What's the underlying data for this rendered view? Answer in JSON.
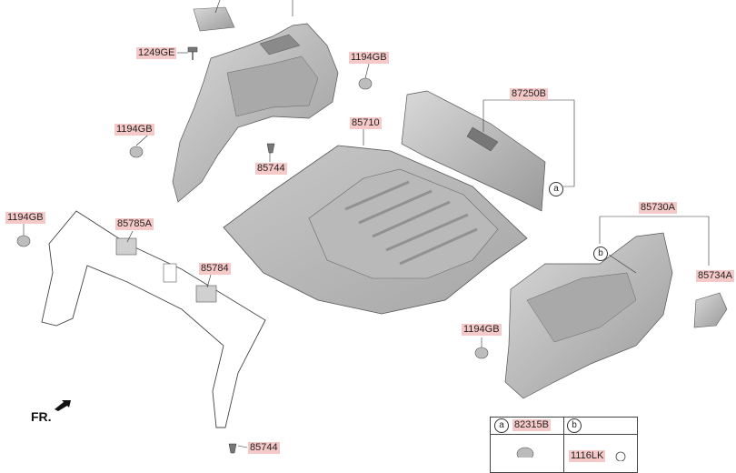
{
  "diagram": {
    "callouts": {
      "p1249GE": "1249GE",
      "p1194GB_top": "1194GB",
      "p1194GB_left": "1194GB",
      "p85744_mid": "85744",
      "p85710": "85710",
      "p87250B": "87250B",
      "p1194GB_far_left": "1194GB",
      "p85785A": "85785A",
      "p85784": "85784",
      "p85730A": "85730A",
      "p85734A": "85734A",
      "p1194GB_right": "1194GB",
      "p85744_bottom": "85744"
    },
    "markers": {
      "a": "a",
      "b": "b"
    },
    "direction": "FR.",
    "legend": {
      "a_letter": "a",
      "a_part": "82315B",
      "b_letter": "b",
      "b_part": "1116LK"
    }
  }
}
